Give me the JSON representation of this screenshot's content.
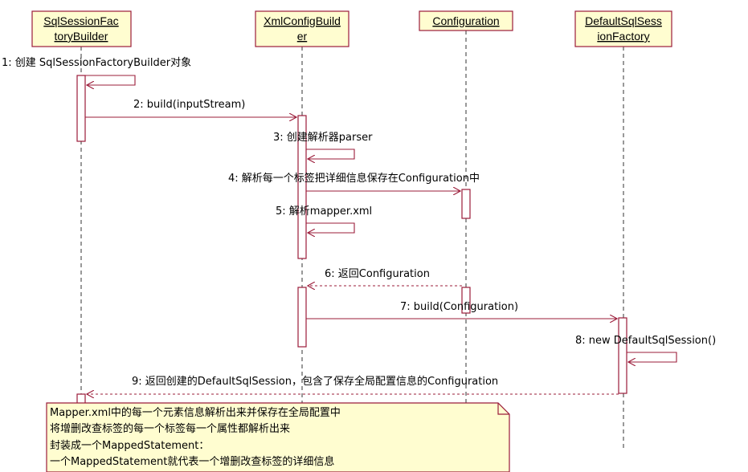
{
  "participants": [
    {
      "id": "sqlsessionfactorybuilder",
      "lines": [
        "SqlSessionFac",
        "toryBuilder"
      ]
    },
    {
      "id": "xmlconfigbuilder",
      "lines": [
        "XmlConfigBuild",
        "er"
      ]
    },
    {
      "id": "configuration",
      "lines": [
        "Configuration"
      ]
    },
    {
      "id": "defaultsqlsessionfactory",
      "lines": [
        "DefaultSqlSess",
        "ionFactory"
      ]
    }
  ],
  "messages": [
    {
      "id": "m1",
      "text": "1: 创建 SqlSessionFactoryBuilder对象"
    },
    {
      "id": "m2",
      "text": "2: build(inputStream)"
    },
    {
      "id": "m3",
      "text": "3: 创建解析器parser"
    },
    {
      "id": "m4",
      "text": "4: 解析每一个标签把详细信息保存在Configuration中"
    },
    {
      "id": "m5",
      "text": "5: 解析mapper.xml"
    },
    {
      "id": "m6",
      "text": "6: 返回Configuration"
    },
    {
      "id": "m7",
      "text": "7: build(Configuration)"
    },
    {
      "id": "m8",
      "text": "8: new DefaultSqlSession()"
    },
    {
      "id": "m9",
      "text": "9: 返回创建的DefaultSqlSession，包含了保存全局配置信息的Configuration"
    }
  ],
  "note": {
    "lines": [
      "Mapper.xml中的每一个元素信息解析出来并保存在全局配置中",
      "将增删改查标签的每一个标签每一个属性都解析出来",
      "封装成一个MappedStatement：",
      "一个MappedStatement就代表一个增删改查标签的详细信息"
    ]
  },
  "colors": {
    "object_fill": "#fffdd0",
    "outline": "#9b1c3a"
  }
}
